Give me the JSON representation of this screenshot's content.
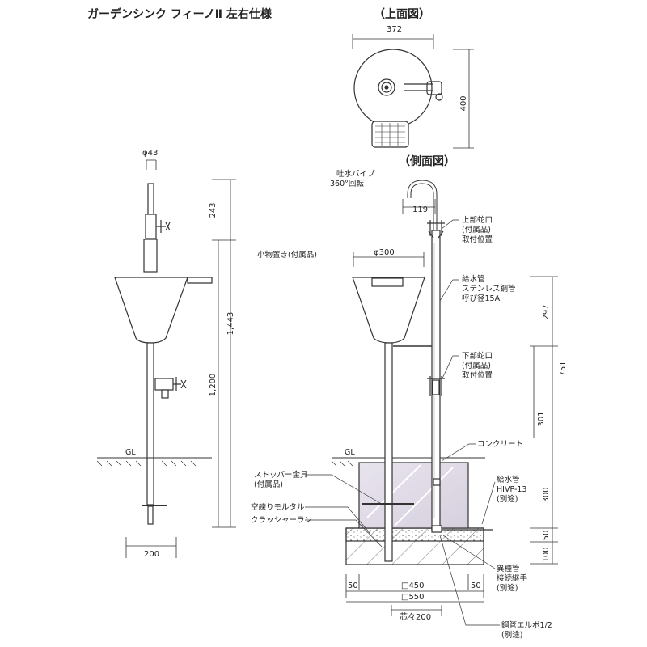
{
  "title": "ガーデンシンク フィーノⅡ 左右仕様",
  "views": {
    "top": "（上面図）",
    "side": "（側面図）"
  },
  "top_view": {
    "width": "372",
    "depth": "400"
  },
  "front_view": {
    "pipe_dia": "φ43",
    "h_top": "243",
    "h_total": "1,443",
    "h_lower": "1,200",
    "ground": "GL",
    "base_width": "200"
  },
  "side_view": {
    "spout_line1": "吐水パイプ",
    "spout_line2": "360°回転",
    "spout_offset": "119",
    "tray_label": "小物置き(付属品)",
    "bowl_dia": "φ300",
    "upper_faucet": [
      "上部蛇口",
      "(付属品)",
      "取付位置"
    ],
    "supply_pipe": [
      "給水管",
      "ステンレス鋼管",
      "呼び径15A"
    ],
    "lower_faucet": [
      "下部蛇口",
      "(付属品)",
      "取付位置"
    ],
    "concrete": "コンクリート",
    "ground": "GL",
    "stopper": [
      "ストッパー金具",
      "(付属品)"
    ],
    "mortar": "空練りモルタル",
    "crusher": "クラッシャーラン",
    "hivp": [
      "給水管",
      "HIVP-13",
      "(別途)"
    ],
    "joint": [
      "異種管",
      "接続継手",
      "(別途)"
    ],
    "elbow": [
      "鋼管エルボ1/2",
      "(別途)"
    ],
    "dims_right": {
      "d297": "297",
      "d751": "751",
      "d301": "301",
      "d300": "300",
      "d50": "50",
      "d100": "100"
    },
    "dims_bottom": {
      "m50a": "50",
      "w450": "□450",
      "m50b": "50",
      "w550": "□550",
      "pitch": "芯々200"
    }
  }
}
